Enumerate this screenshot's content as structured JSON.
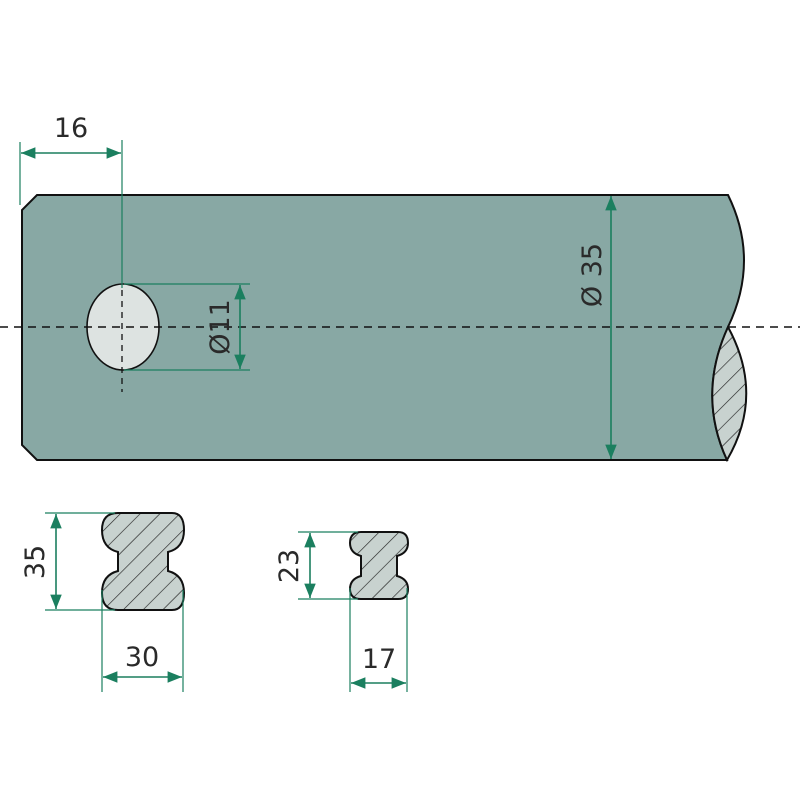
{
  "dimensions": {
    "hole_offset": "16",
    "hole_diameter": "Ø11",
    "pin_diameter": "Ø 35",
    "section1_height": "35",
    "section1_width": "30",
    "section2_height": "23",
    "section2_width": "17"
  },
  "colors": {
    "body": "#88a8a4",
    "hole": "#dde3e1",
    "section_fill": "#c8d2cf",
    "dimension": "#1b7f5f"
  }
}
